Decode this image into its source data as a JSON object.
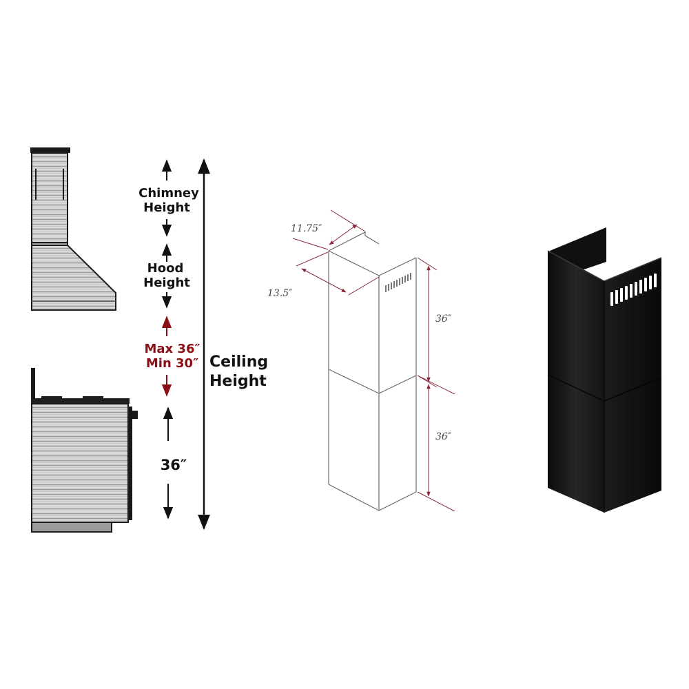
{
  "labels": {
    "chimney_height": [
      "Chimney",
      "Height"
    ],
    "hood_height": [
      "Hood",
      "Height"
    ],
    "clearance": [
      "Max 36″",
      "Min 30″"
    ],
    "counter_height": "36″",
    "ceiling_height": [
      "Ceiling",
      "Height"
    ]
  },
  "dimensions": {
    "depth": "11.75″",
    "width": "13.5″",
    "upper_section": "36″",
    "lower_section": "36″"
  },
  "colors": {
    "accent_red": "#8b0e14",
    "dim_line": "#8a2a3a",
    "text": "#111111",
    "chimney_black": "#151515"
  }
}
